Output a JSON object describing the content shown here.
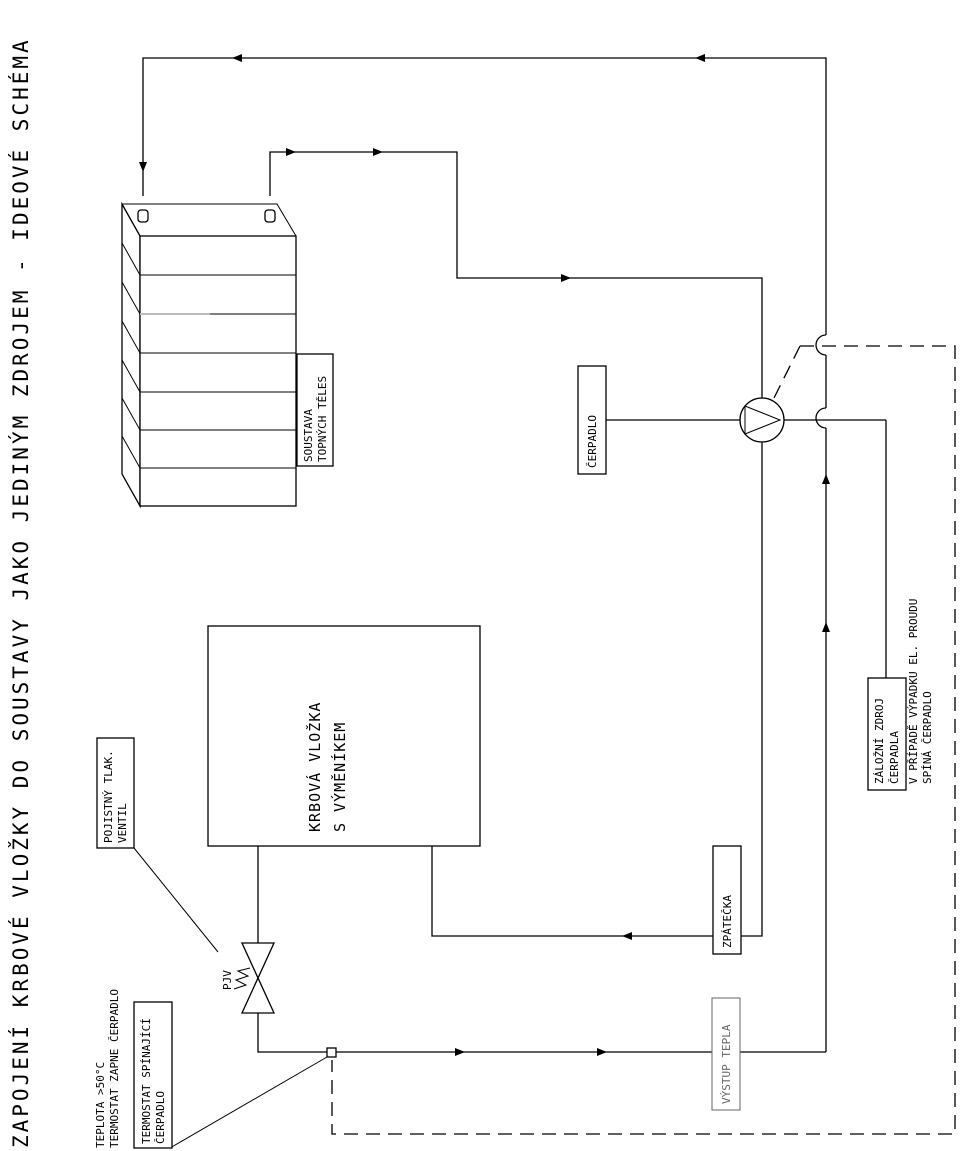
{
  "title": "ZAPOJENÍ KRBOVÉ VLOŽKY DO SOUSTAVY JAKO JEDINÝM ZDROJEM - IDEOVÉ SCHÉMA",
  "labels": {
    "radiators": [
      "SOUSTAVA",
      "TOPNÝCH TĚLES"
    ],
    "pump": "ČERPADLO",
    "fireplace": [
      "KRBOVÁ VLOŽKA",
      "S VÝMĚNÍKEM"
    ],
    "valve_box": [
      "POJISTNÝ TLAK.",
      "VENTIL"
    ],
    "valve_tag": "PJV",
    "return": "ZPÁTEČKA",
    "heat_out": "VÝSTUP TEPLA",
    "backup": [
      "ZÁLOŽNÍ ZDROJ",
      "ČERPADLA"
    ],
    "backup_note": [
      "V PŘÍPADĚ VÝPADKU EL. PROUDU",
      "SPÍNÁ ČERPADLO"
    ],
    "thermostat_note": [
      "TEPLOTA >50°C",
      "TERMOSTAT ZAPNE ČERPADLO"
    ],
    "thermostat_box": [
      "TERMOSTAT SPÍNAJÍCÍ",
      "ČERPADLO"
    ]
  }
}
